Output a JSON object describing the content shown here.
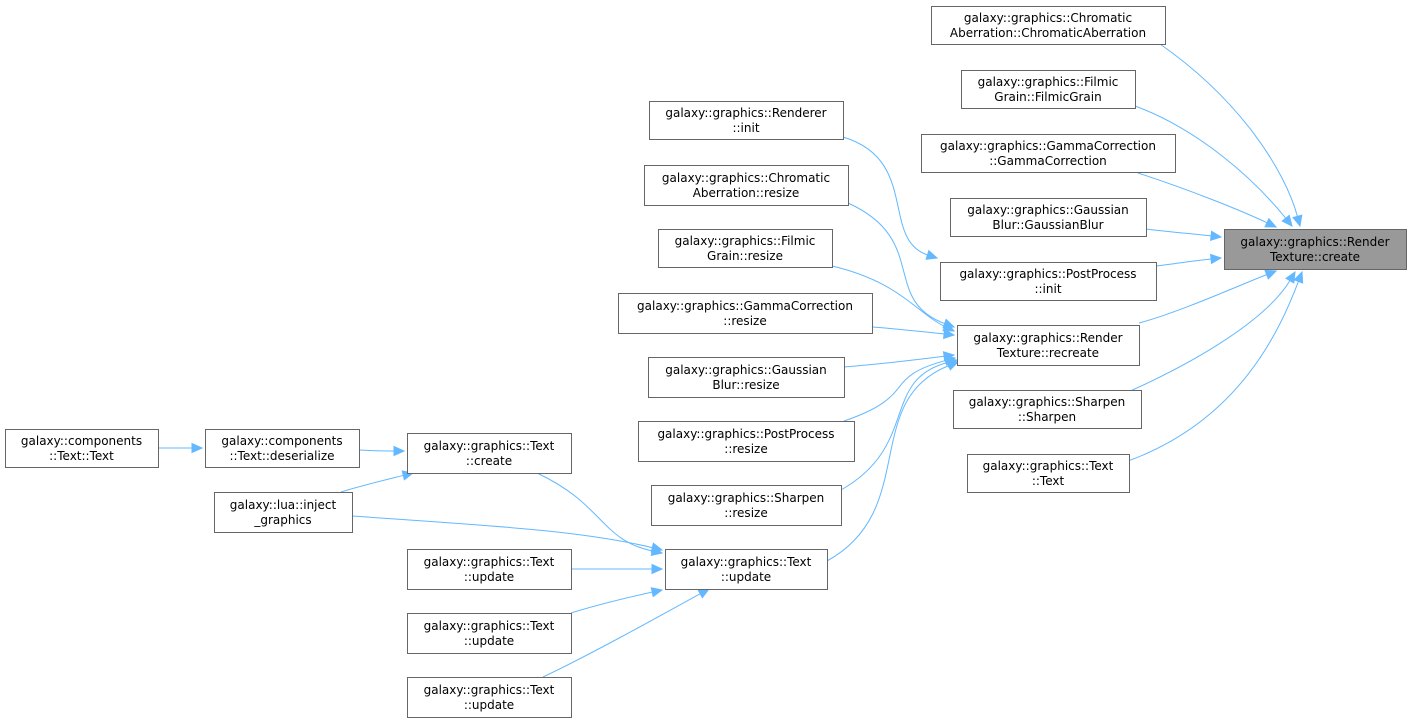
{
  "diagram": {
    "nodes": [
      {
        "id": "rt_create",
        "name": "node-rendertexture-create",
        "lines": [
          "galaxy::graphics::Render",
          "Texture::create"
        ],
        "focus": true
      },
      {
        "id": "ca_ctor",
        "name": "node-chromaticaberration-ctor",
        "lines": [
          "galaxy::graphics::Chromatic",
          "Aberration::ChromaticAberration"
        ]
      },
      {
        "id": "fg_ctor",
        "name": "node-filmicgrain-ctor",
        "lines": [
          "galaxy::graphics::Filmic",
          "Grain::FilmicGrain"
        ]
      },
      {
        "id": "gc_ctor",
        "name": "node-gammacorrection-ctor",
        "lines": [
          "galaxy::graphics::GammaCorrection",
          "::GammaCorrection"
        ]
      },
      {
        "id": "gb_ctor",
        "name": "node-gaussianblur-ctor",
        "lines": [
          "galaxy::graphics::Gaussian",
          "Blur::GaussianBlur"
        ]
      },
      {
        "id": "pp_init",
        "name": "node-postprocess-init",
        "lines": [
          "galaxy::graphics::PostProcess",
          "::init"
        ]
      },
      {
        "id": "rt_recreate",
        "name": "node-rendertexture-recreate",
        "lines": [
          "galaxy::graphics::Render",
          "Texture::recreate"
        ]
      },
      {
        "id": "sh_ctor",
        "name": "node-sharpen-ctor",
        "lines": [
          "galaxy::graphics::Sharpen",
          "::Sharpen"
        ]
      },
      {
        "id": "tx_ctor",
        "name": "node-text-ctor",
        "lines": [
          "galaxy::graphics::Text",
          "::Text"
        ]
      },
      {
        "id": "r_init",
        "name": "node-renderer-init",
        "lines": [
          "galaxy::graphics::Renderer",
          "::init"
        ]
      },
      {
        "id": "ca_resize",
        "name": "node-chromaticaberration-resize",
        "lines": [
          "galaxy::graphics::Chromatic",
          "Aberration::resize"
        ]
      },
      {
        "id": "fg_resize",
        "name": "node-filmicgrain-resize",
        "lines": [
          "galaxy::graphics::Filmic",
          "Grain::resize"
        ]
      },
      {
        "id": "gc_resize",
        "name": "node-gammacorrection-resize",
        "lines": [
          "galaxy::graphics::GammaCorrection",
          "::resize"
        ]
      },
      {
        "id": "gb_resize",
        "name": "node-gaussianblur-resize",
        "lines": [
          "galaxy::graphics::Gaussian",
          "Blur::resize"
        ]
      },
      {
        "id": "pp_resize",
        "name": "node-postprocess-resize",
        "lines": [
          "galaxy::graphics::PostProcess",
          "::resize"
        ]
      },
      {
        "id": "sh_resize",
        "name": "node-sharpen-resize",
        "lines": [
          "galaxy::graphics::Sharpen",
          "::resize"
        ]
      },
      {
        "id": "tx_update_main",
        "name": "node-text-update-main",
        "lines": [
          "galaxy::graphics::Text",
          "::update"
        ]
      },
      {
        "id": "tx_create",
        "name": "node-text-create",
        "lines": [
          "galaxy::graphics::Text",
          "::create"
        ]
      },
      {
        "id": "lua_inject",
        "name": "node-lua-inject-graphics",
        "lines": [
          "galaxy::lua::inject",
          "_graphics"
        ]
      },
      {
        "id": "tx_update_1",
        "name": "node-text-update-1",
        "lines": [
          "galaxy::graphics::Text",
          "::update"
        ]
      },
      {
        "id": "tx_update_2",
        "name": "node-text-update-2",
        "lines": [
          "galaxy::graphics::Text",
          "::update"
        ]
      },
      {
        "id": "tx_update_3",
        "name": "node-text-update-3",
        "lines": [
          "galaxy::graphics::Text",
          "::update"
        ]
      },
      {
        "id": "comp_deser",
        "name": "node-components-text-deserialize",
        "lines": [
          "galaxy::components",
          "::Text::deserialize"
        ]
      },
      {
        "id": "comp_text",
        "name": "node-components-text-ctor",
        "lines": [
          "galaxy::components",
          "::Text::Text"
        ]
      }
    ],
    "edges": [
      [
        "ca_ctor",
        "rt_create"
      ],
      [
        "fg_ctor",
        "rt_create"
      ],
      [
        "gc_ctor",
        "rt_create"
      ],
      [
        "gb_ctor",
        "rt_create"
      ],
      [
        "pp_init",
        "rt_create"
      ],
      [
        "rt_recreate",
        "rt_create"
      ],
      [
        "sh_ctor",
        "rt_create"
      ],
      [
        "tx_ctor",
        "rt_create"
      ],
      [
        "r_init",
        "pp_init"
      ],
      [
        "ca_resize",
        "rt_recreate"
      ],
      [
        "fg_resize",
        "rt_recreate"
      ],
      [
        "gc_resize",
        "rt_recreate"
      ],
      [
        "gb_resize",
        "rt_recreate"
      ],
      [
        "pp_resize",
        "rt_recreate"
      ],
      [
        "sh_resize",
        "rt_recreate"
      ],
      [
        "tx_update_main",
        "rt_recreate"
      ],
      [
        "tx_create",
        "tx_update_main"
      ],
      [
        "lua_inject",
        "tx_update_main"
      ],
      [
        "tx_update_1",
        "tx_update_main"
      ],
      [
        "tx_update_2",
        "tx_update_main"
      ],
      [
        "tx_update_3",
        "tx_update_main"
      ],
      [
        "comp_deser",
        "tx_create"
      ],
      [
        "lua_inject",
        "tx_create"
      ],
      [
        "comp_text",
        "comp_deser"
      ]
    ],
    "colors": {
      "edge": "#63b8ff",
      "node_border": "#666666",
      "focus_fill": "#999999"
    }
  }
}
